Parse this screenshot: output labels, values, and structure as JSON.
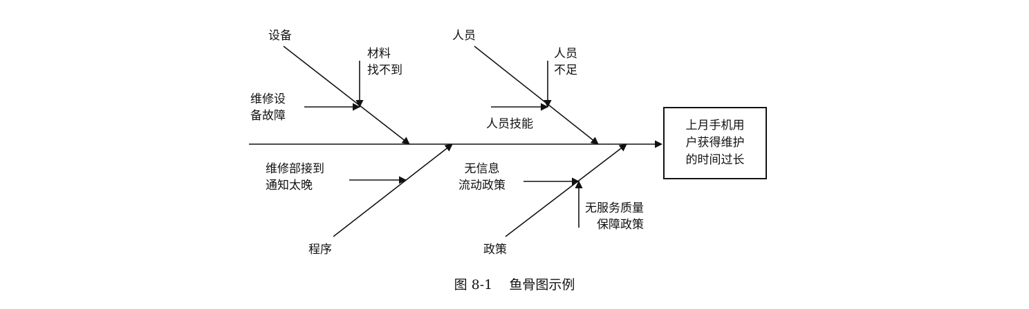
{
  "effect": {
    "lines": [
      "上月手机用",
      "户获得维护",
      "的时间过长"
    ]
  },
  "categories": {
    "equipment": "设备",
    "personnel": "人员",
    "procedure": "程序",
    "policy": "政策"
  },
  "causes": {
    "material": [
      "材料",
      "找不到"
    ],
    "repair_equipment": [
      "维修设",
      "备故障"
    ],
    "staff_shortage": [
      "人员",
      "不足"
    ],
    "staff_skill": "人员技能",
    "late_notice": [
      "维修部接到",
      "通知太晚"
    ],
    "no_info_policy": [
      "无信息",
      "流动政策"
    ],
    "no_quality_policy": [
      "无服务质量",
      "保障政策"
    ]
  },
  "caption": {
    "figure_no": "图 8-1",
    "title": "鱼骨图示例"
  },
  "colors": {
    "line": "#111111",
    "background": "#ffffff"
  }
}
